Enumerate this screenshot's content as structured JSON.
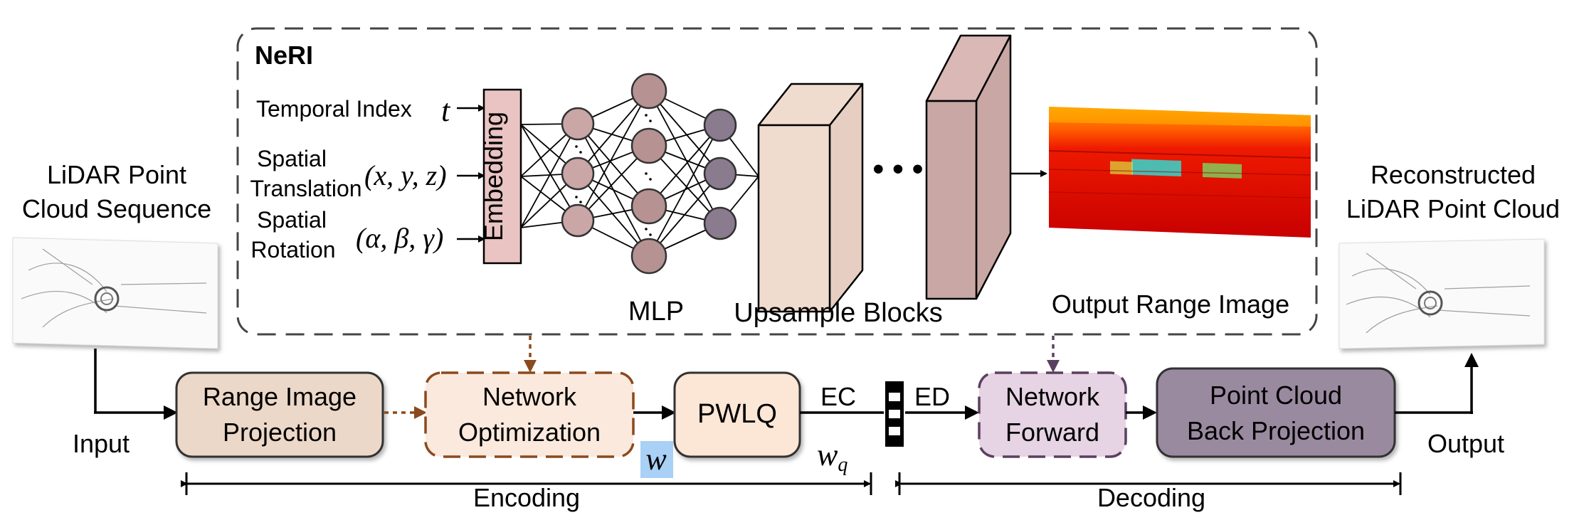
{
  "neri": {
    "title": "NeRI",
    "inputs": {
      "temporal_label": "Temporal Index",
      "temporal_symbol": "t",
      "translation_label_1": "Spatial",
      "translation_label_2": "Translation",
      "translation_symbol": "(x, y, z)",
      "rotation_label_1": "Spatial",
      "rotation_label_2": "Rotation",
      "rotation_symbol": "(α, β, γ)"
    },
    "embedding_label": "Embedding",
    "mlp_label": "MLP",
    "upsample_label": "Upsample Blocks",
    "ellipsis": "• • •",
    "output_label": "Output Range Image"
  },
  "left": {
    "title_1": "LiDAR Point",
    "title_2": "Cloud Sequence",
    "input_label": "Input"
  },
  "right": {
    "title_1": "Reconstructed",
    "title_2": "LiDAR Point Cloud",
    "output_label": "Output"
  },
  "pipeline": {
    "range_projection_1": "Range Image",
    "range_projection_2": "Projection",
    "network_optimization_1": "Network",
    "network_optimization_2": "Optimization",
    "w_symbol": "w",
    "pwlq": "PWLQ",
    "wq_symbol": "w",
    "wq_sub": "q",
    "ec": "EC",
    "ed": "ED",
    "network_forward_1": "Network",
    "network_forward_2": "Forward",
    "back_projection_1": "Point Cloud",
    "back_projection_2": "Back Projection"
  },
  "stages": {
    "encoding": "Encoding",
    "decoding": "Decoding"
  },
  "colors": {
    "range_box": "#ecd8c8",
    "opt_box": "#fbe9dd",
    "opt_border": "#8a4a1e",
    "pwlq_box": "#fce6d6",
    "forward_box": "#e6d3e3",
    "forward_border": "#5a4060",
    "back_box": "#9a8aa0",
    "embedding": "#eac3c3",
    "node_light": "#caa6a6",
    "node_mid": "#b69292",
    "node_dark": "#8a7b8e",
    "block_light": "#f0dccf",
    "block_dark": "#c9a7a5",
    "w_highlight": "#a9d0f5"
  }
}
